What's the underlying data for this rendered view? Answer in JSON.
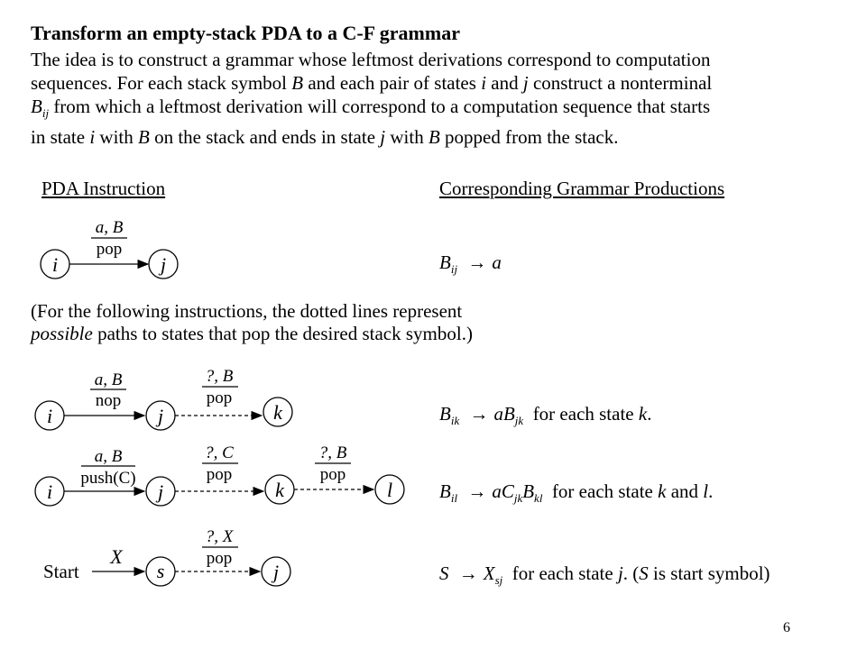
{
  "title": "Transform an empty-stack PDA to a C-F grammar",
  "intro": {
    "line1": "The idea is to construct a grammar whose leftmost derivations correspond to computation",
    "line2_pre": "sequences. For each stack symbol ",
    "line2_B": "B",
    "line2_mid": " and each pair of states ",
    "line2_i": "i",
    "line2_and": " and ",
    "line2_j": "j",
    "line2_post": " construct a nonterminal",
    "line3_B": "B",
    "line3_sub": "ij",
    "line3_post": " from which a leftmost derivation will correspond to a computation sequence that starts",
    "line4_pre": "in state ",
    "line4_i": "i",
    "line4_with": " with ",
    "line4_B": "B",
    "line4_mid": " on the stack and ends in state ",
    "line4_j": "j",
    "line4_with2": " with ",
    "line4_B2": "B",
    "line4_post": " popped from the stack."
  },
  "headers": {
    "pda": "PDA Instruction",
    "grammar": "Corresponding Grammar Productions"
  },
  "note": {
    "line1": "(For the following instructions, the dotted lines represent",
    "line2_em": "possible",
    "line2_post": " paths to states that pop the desired stack symbol.)"
  },
  "diagrams": {
    "d1": {
      "state_from": "i",
      "state_to": "j",
      "label_top": "a, B",
      "label_bottom": "pop"
    },
    "d2": {
      "s1": "i",
      "s2": "j",
      "s3": "k",
      "e1_top": "a, B",
      "e1_bottom": "nop",
      "e2_top": "?, B",
      "e2_bottom": "pop"
    },
    "d3": {
      "s1": "i",
      "s2": "j",
      "s3": "k",
      "s4": "l",
      "e1_top": "a, B",
      "e1_bottom": "push(C)",
      "e2_top": "?, C",
      "e2_bottom": "pop",
      "e3_top": "?, B",
      "e3_bottom": "pop"
    },
    "d4": {
      "start_label": "Start",
      "start_symbol": "X",
      "s1": "s",
      "s2": "j",
      "e_top": "?, X",
      "e_bottom": "pop"
    }
  },
  "productions": {
    "p1": {
      "lhs": "B",
      "lhs_sub": "ij",
      "arrow": "→",
      "rhs": "a",
      "cond": ""
    },
    "p2": {
      "lhs": "B",
      "lhs_sub": "ik",
      "arrow": "→",
      "rhs_a": "a",
      "rhs_B": "B",
      "rhs_sub": "jk",
      "cond_pre": "  for each state ",
      "cond_var": "k",
      "cond_post": "."
    },
    "p3": {
      "lhs": "B",
      "lhs_sub": "il",
      "arrow": "→",
      "rhs_a": "a",
      "rhs_C": "C",
      "rhs_sub1": "jk",
      "rhs_B": "B",
      "rhs_sub2": "kl",
      "cond_pre": "  for each state ",
      "cond_var1": "k",
      "cond_and": " and ",
      "cond_var2": "l",
      "cond_post": "."
    },
    "p4": {
      "lhs": "S",
      "arrow": "→",
      "rhs_X": "X",
      "rhs_sub": "sj",
      "cond_pre": "  for each state ",
      "cond_var": "j",
      "cond_mid": ". (",
      "cond_S": "S",
      "cond_post": " is start symbol)"
    }
  },
  "page_number": "6"
}
